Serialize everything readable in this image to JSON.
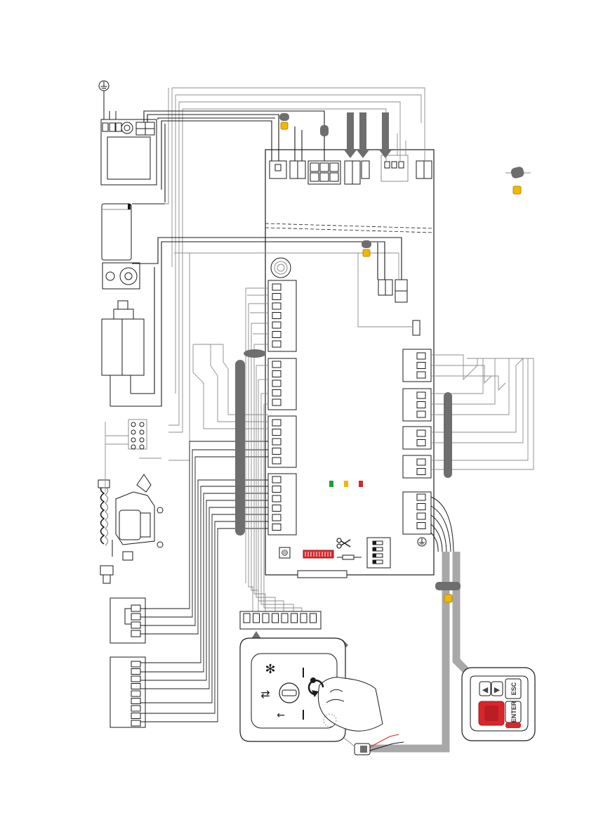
{
  "diagram": {
    "type": "wiring-diagram",
    "colors": {
      "line": "#1a1a1a",
      "grey_line": "#8c8c8c",
      "bundle": "#6e6e6e",
      "marker": "#f2b705",
      "led_green": "#1e9e3a",
      "led_yellow": "#f2b705",
      "led_red": "#d8262b",
      "dip_red": "#d8262b",
      "keypad_red": "#d8262b"
    },
    "icons": [
      "earth-ground-icon",
      "scissors-icon",
      "snowflake-icon",
      "hand-key-icon",
      "ferrite-core-icon",
      "arrow-icon"
    ],
    "keypad": {
      "left_key": "◀",
      "right_key": "▶",
      "esc_label": "ESC",
      "enter_label": "ENTER"
    },
    "selector_symbols": {
      "snowflake": "✻",
      "bidirectional": "⇄",
      "one_way": "←"
    }
  }
}
